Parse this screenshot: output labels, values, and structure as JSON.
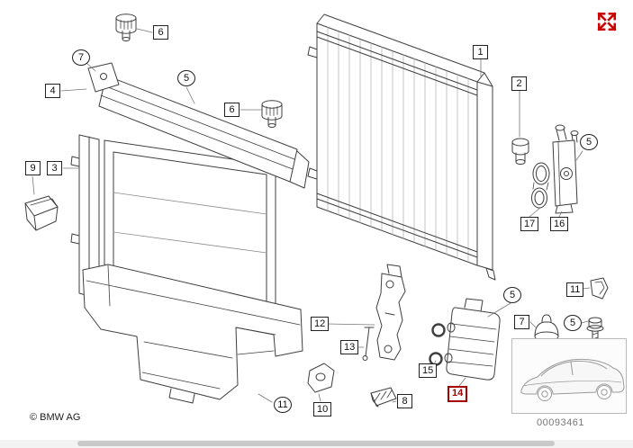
{
  "footer": {
    "copyright": "© BMW AG",
    "diagram_number": "00093461"
  },
  "icons": {
    "expand_icon": "four-diagonal-expand-arrows"
  },
  "colors": {
    "highlight_red": "#a40000",
    "icon_red": "#cc0000",
    "line_art": "#3f3f3f"
  },
  "selected_callout": "14",
  "callouts": [
    {
      "label": "6",
      "shape": "box"
    },
    {
      "label": "7",
      "shape": "ellipse"
    },
    {
      "label": "4",
      "shape": "box"
    },
    {
      "label": "5",
      "shape": "ellipse"
    },
    {
      "label": "6",
      "shape": "box"
    },
    {
      "label": "9",
      "shape": "box"
    },
    {
      "label": "3",
      "shape": "box"
    },
    {
      "label": "1",
      "shape": "box"
    },
    {
      "label": "2",
      "shape": "box"
    },
    {
      "label": "5",
      "shape": "ellipse"
    },
    {
      "label": "17",
      "shape": "box"
    },
    {
      "label": "16",
      "shape": "box"
    },
    {
      "label": "12",
      "shape": "box"
    },
    {
      "label": "13",
      "shape": "box"
    },
    {
      "label": "5",
      "shape": "ellipse"
    },
    {
      "label": "11",
      "shape": "box"
    },
    {
      "label": "7",
      "shape": "box"
    },
    {
      "label": "5",
      "shape": "ellipse"
    },
    {
      "label": "15",
      "shape": "box"
    },
    {
      "label": "14",
      "shape": "box",
      "highlighted": true
    },
    {
      "label": "11",
      "shape": "ellipse"
    },
    {
      "label": "10",
      "shape": "box"
    },
    {
      "label": "8",
      "shape": "box"
    }
  ]
}
